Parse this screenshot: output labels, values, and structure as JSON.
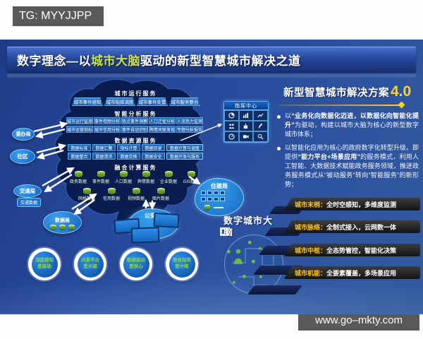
{
  "overlay": {
    "tg_label": "TG: MYYJJPP",
    "website": "www.go–mkty.com"
  },
  "slide": {
    "title": {
      "pre": "数字理念—以",
      "highlight": "城市大脑",
      "post": "驱动的新型智慧城市解决之道"
    },
    "brain": {
      "run": {
        "header": "城市运行服务",
        "boxes": [
          "城市事件感知",
          "城市指挥调度",
          "城市事件处置",
          "城市服务整合"
        ]
      },
      "analysis": {
        "header": "智能分析服务",
        "row1": [
          "城市运行监测",
          "事件视频分析",
          "热点事件洞察",
          "人口迁徙分析",
          "人流热力监测"
        ],
        "row2": [
          "城市运营指标",
          "城市信用分析",
          "事件自动识别",
          "舆情关联发现",
          "专题分析报告"
        ]
      },
      "resource": {
        "header": "数据资源服务",
        "row1": [
          "数据标准",
          "数据汇聚",
          "指标计算",
          "数据目录",
          "数据计算与调度"
        ],
        "row2": [
          "数据整合",
          "数据清洗",
          "数据交换",
          "数据安全",
          "数据开发与服务"
        ]
      },
      "fusion": {
        "header": "融合计算服务",
        "row1": [
          "政务数据",
          "事件数据",
          "人口数据",
          "舆情数据",
          "企业数据",
          "GIS数据"
        ],
        "row2": [
          "网格数据",
          "信用数据",
          "视频数据",
          "图片数据"
        ]
      }
    },
    "bubbles": {
      "weibanju": "委办局",
      "shequ": "社区",
      "jiaotongju": "交通局",
      "jiaotong_data": "交通数据",
      "shujuju": "数据局",
      "gonganju": "公安局",
      "zhujianju": "住建局"
    },
    "command_center": {
      "title": "指挥中心",
      "icons": [
        "pie-chart",
        "bar-chart",
        "trend-chart",
        "team",
        "podium",
        "pen",
        "gauge",
        "video",
        "search"
      ]
    },
    "brain_label": "数字城市大脑",
    "principles": [
      {
        "line1": "深度感知",
        "line2": "是基础"
      },
      {
        "line1": "共享平台",
        "line2": "是关键"
      },
      {
        "line1": "数据驱动",
        "line2": "是核心"
      },
      {
        "line1": "联合指挥",
        "line2": "是中枢"
      }
    ],
    "right_panel": {
      "heading": "新型智慧城市解决方案",
      "version": "4.0",
      "bullet1": {
        "pre": "以",
        "em": "“业务化向数据化迈进，以数据化向智能化提升”",
        "post": "为驱动，构建以城市大脑为核心的新型数字城市体系；"
      },
      "bullet2": {
        "pre": "以智能化应用为核心的政府数字化转型升级，即提供",
        "em": "“能力平台+场景应用”",
        "post": "的服务模式，利用人工智能、大数据技术赋能政务服务领域，推进政务服务模式从“被动服务”转向“智能服务”的新形势；"
      },
      "features": [
        {
          "label": "城市末梢：",
          "desc": "全时空感知，多维度监测"
        },
        {
          "label": "城市脉络：",
          "desc": "全制式接入，云网数一体"
        },
        {
          "label": "城市中枢：",
          "desc": "全态势管控，智能化决策"
        },
        {
          "label": "城市机能：",
          "desc": "全要素覆盖，多场景应用"
        }
      ]
    }
  },
  "colors": {
    "accent_yellow": "#ffd21f",
    "title_highlight": "#c9e14d",
    "feature_label": "#ffc515",
    "principle_text": "#86d93f",
    "slide_blue": "#27479b"
  }
}
